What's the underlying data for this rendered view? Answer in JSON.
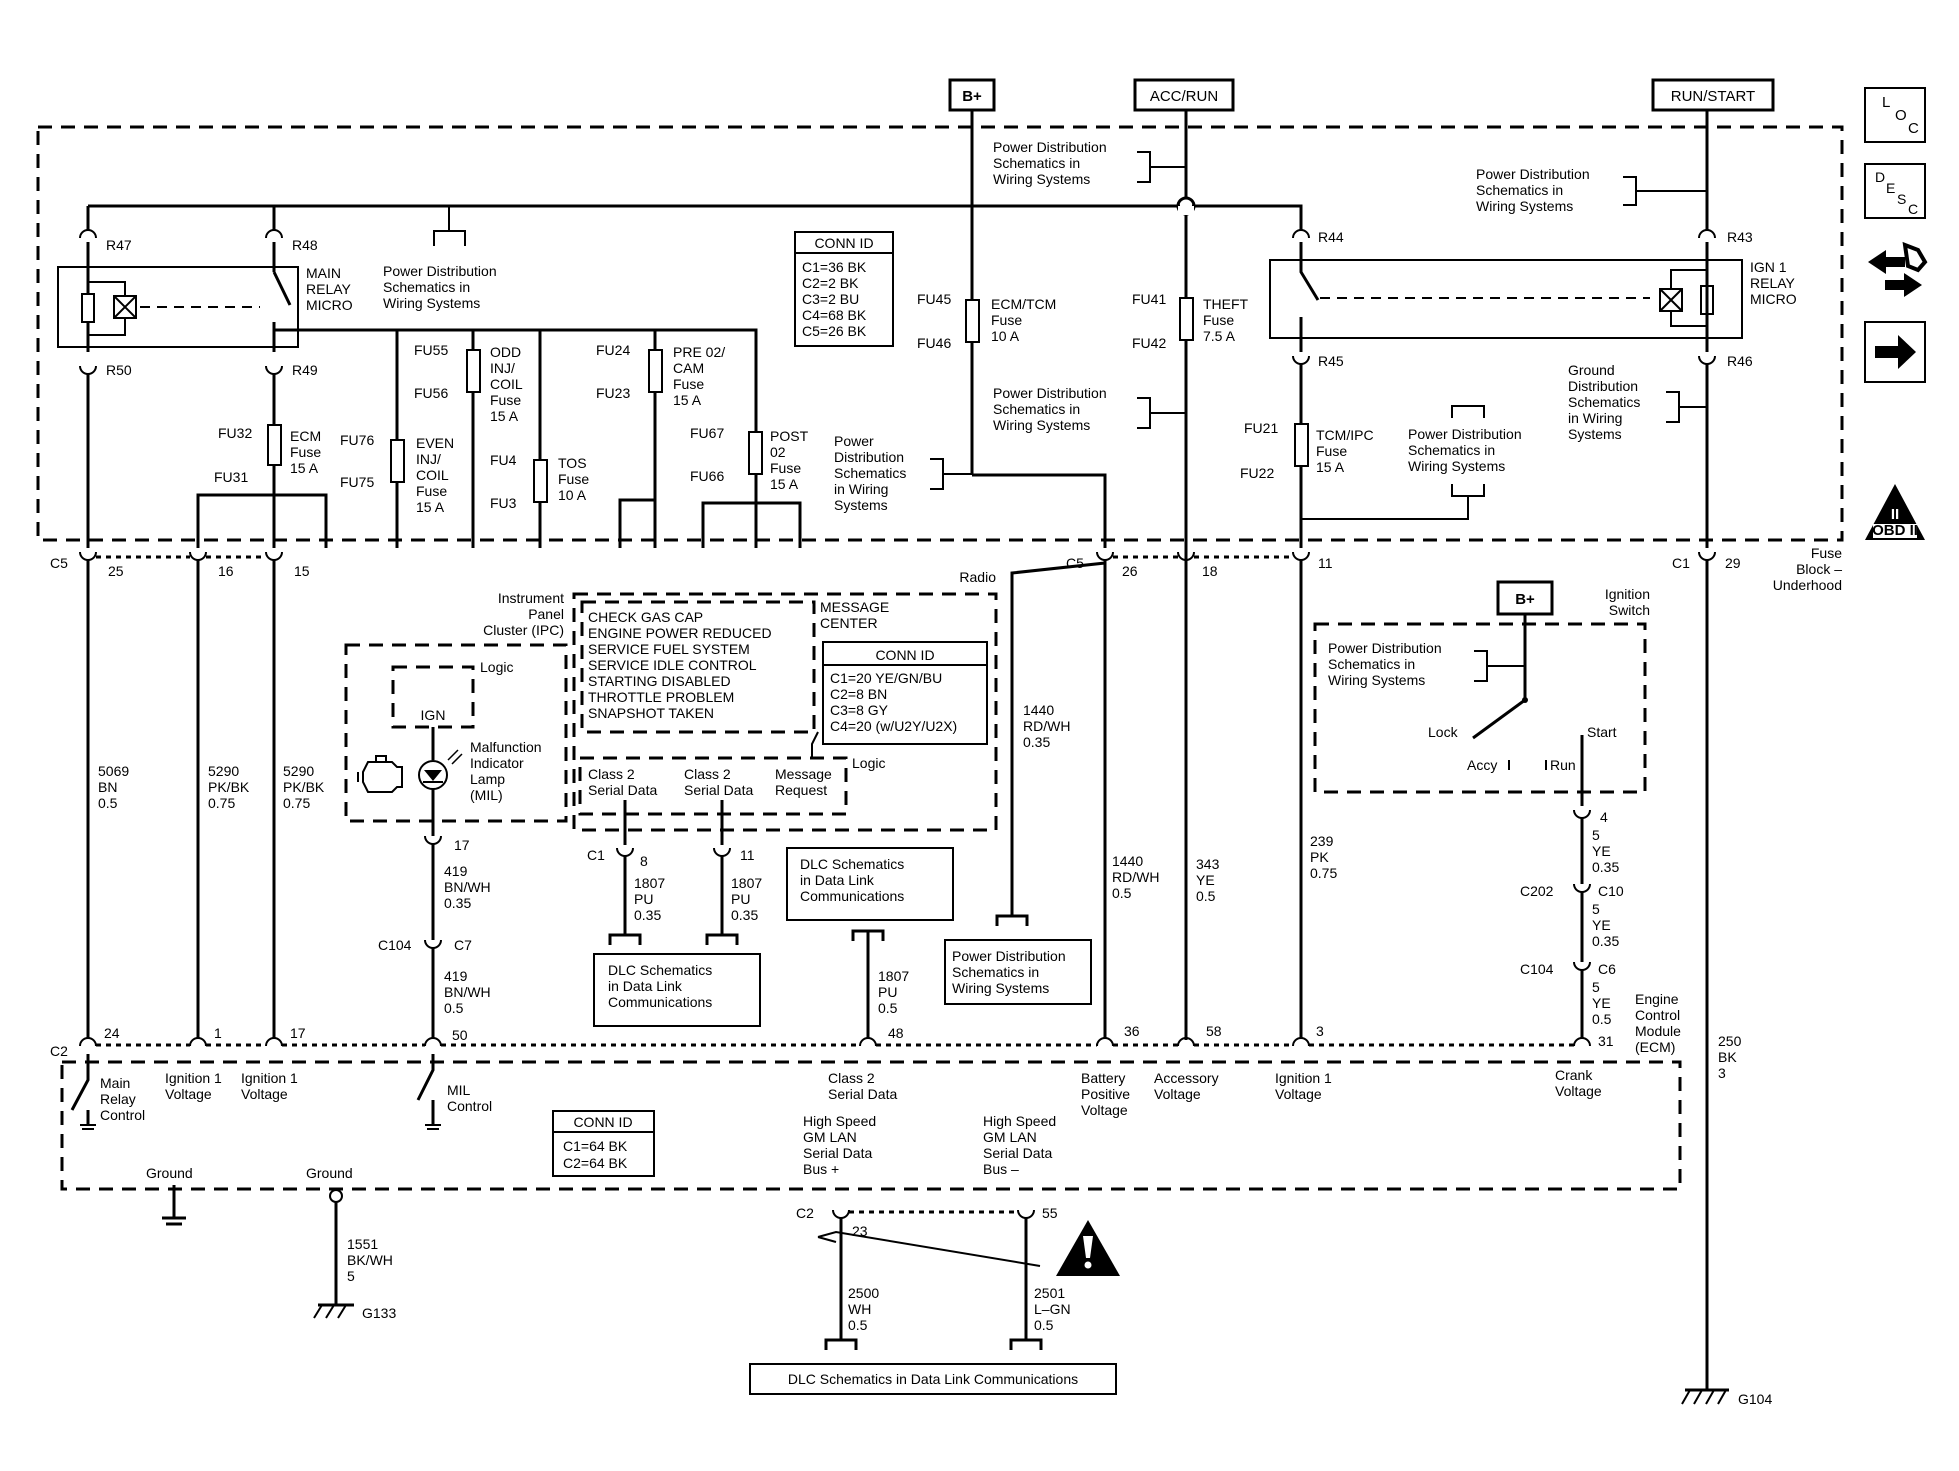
{
  "sources": {
    "b_plus": "B+",
    "acc_run": "ACC/RUN",
    "run_start": "RUN/START",
    "b_plus_2": "B+"
  },
  "nav_icons": {
    "loc_l": "L",
    "loc_o": "O",
    "loc_c": "C",
    "desc_d": "D",
    "desc_e": "E",
    "desc_s": "S",
    "desc_c": "C",
    "obd": "OBD II",
    "obd_roman": "II"
  },
  "pds": [
    "Power Distribution",
    "Schematics in",
    "Wiring Systems"
  ],
  "pds_long": [
    "Power",
    "Distribution",
    "Schematics",
    "in Wiring",
    "Systems"
  ],
  "gds": [
    "Ground",
    "Distribution",
    "Schematics",
    "in Wiring",
    "Systems"
  ],
  "splices": {
    "r47": "R47",
    "r48": "R48",
    "r50": "R50",
    "r49": "R49",
    "r44": "R44",
    "r43": "R43",
    "r45": "R45",
    "r46": "R46"
  },
  "main_relay": [
    "MAIN",
    "RELAY",
    "MICRO"
  ],
  "ign_relay": [
    "IGN 1",
    "RELAY",
    "MICRO"
  ],
  "conn_id_top": {
    "title": "CONN ID",
    "lines": [
      "C1=36 BK",
      "C2=2 BK",
      "C3=2 BU",
      "C4=68 BK",
      "C5=26 BK"
    ]
  },
  "fuses": {
    "fu45": "FU45",
    "fu46": "FU46",
    "ecm_tcm": [
      "ECM/TCM",
      "Fuse",
      "10 A"
    ],
    "fu41": "FU41",
    "fu42": "FU42",
    "theft": [
      "THEFT",
      "Fuse",
      "7.5 A"
    ],
    "fu55": "FU55",
    "fu56": "FU56",
    "odd": [
      "ODD",
      "INJ/",
      "COIL",
      "Fuse",
      "15 A"
    ],
    "fu24": "FU24",
    "fu23": "FU23",
    "pre": [
      "PRE 02/",
      "CAM",
      "Fuse",
      "15 A"
    ],
    "fu32": "FU32",
    "fu31": "FU31",
    "ecm": [
      "ECM",
      "Fuse",
      "15 A"
    ],
    "fu76": "FU76",
    "fu75": "FU75",
    "even": [
      "EVEN",
      "INJ/",
      "COIL",
      "Fuse",
      "15 A"
    ],
    "fu4": "FU4",
    "fu3": "FU3",
    "tos": [
      "TOS",
      "Fuse",
      "10 A"
    ],
    "fu67": "FU67",
    "fu66": "FU66",
    "post": [
      "POST",
      "02",
      "Fuse",
      "15 A"
    ],
    "fu21": "FU21",
    "fu22": "FU22",
    "tcm": [
      "TCM/IPC",
      "Fuse",
      "15 A"
    ]
  },
  "fuse_block": [
    "Fuse",
    "Block –",
    "Underhood"
  ],
  "c5": "C5",
  "c1": "C1",
  "c2": "C2",
  "c104": "C104",
  "c7": "C7",
  "c202": "C202",
  "c10": "C10",
  "c6": "C6",
  "pins_top": {
    "p25": "25",
    "p16": "16",
    "p15": "15",
    "p26": "26",
    "p18": "18",
    "p11": "11",
    "p29": "29"
  },
  "pins_ecm": {
    "p24": "24",
    "p1": "1",
    "p17": "17",
    "p50": "50",
    "p48": "48",
    "p36": "36",
    "p58": "58",
    "p3": "3",
    "p31": "31"
  },
  "wires": {
    "w5069": [
      "5069",
      "BN",
      "0.5"
    ],
    "w5290a": [
      "5290",
      "PK/BK",
      "0.75"
    ],
    "w5290b": [
      "5290",
      "PK/BK",
      "0.75"
    ],
    "w419a": [
      "419",
      "BN/WH",
      "0.35"
    ],
    "w419b": [
      "419",
      "BN/WH",
      "0.5"
    ],
    "w1807a": [
      "1807",
      "PU",
      "0.35"
    ],
    "w1807b": [
      "1807",
      "PU",
      "0.35"
    ],
    "w1807c": [
      "1807",
      "PU",
      "0.5"
    ],
    "w1440a": [
      "1440",
      "RD/WH",
      "0.35"
    ],
    "w1440b": [
      "1440",
      "RD/WH",
      "0.5"
    ],
    "w343": [
      "343",
      "YE",
      "0.5"
    ],
    "w239": [
      "239",
      "PK",
      "0.75"
    ],
    "w5a": [
      "5",
      "YE",
      "0.35"
    ],
    "w5b": [
      "5",
      "YE",
      "0.35"
    ],
    "w5c": [
      "5",
      "YE",
      "0.5"
    ],
    "w250": [
      "250",
      "BK",
      "3"
    ],
    "w1551": [
      "1551",
      "BK/WH",
      "5"
    ],
    "w2500": [
      "2500",
      "WH",
      "0.5"
    ],
    "w2501": [
      "2501",
      "L–GN",
      "0.5"
    ]
  },
  "ipc": {
    "title": [
      "Instrument",
      "Panel",
      "Cluster (IPC)"
    ],
    "logic": "Logic",
    "ign": "IGN",
    "mil": [
      "Malfunction",
      "Indicator",
      "Lamp",
      "(MIL)"
    ],
    "pin17": "17"
  },
  "radio": {
    "title": "Radio",
    "msgs": [
      "CHECK GAS CAP",
      "ENGINE POWER REDUCED",
      "SERVICE FUEL SYSTEM",
      "SERVICE IDLE CONTROL",
      "STARTING DISABLED",
      "THROTTLE PROBLEM",
      "SNAPSHOT TAKEN"
    ],
    "msg_center": [
      "MESSAGE",
      "CENTER"
    ],
    "logic": "Logic",
    "class2a": [
      "Class 2",
      "Serial Data"
    ],
    "class2b": [
      "Class 2",
      "Serial Data"
    ],
    "msgreq": [
      "Message",
      "Request"
    ],
    "c1": "C1",
    "pin8": "8",
    "pin11": "11"
  },
  "conn_id_radio": {
    "title": "CONN ID",
    "lines": [
      "C1=20 YE/GN/BU",
      "C2=8 BN",
      "C3=8 GY",
      "C4=20 (w/U2Y/U2X)"
    ]
  },
  "dlc": [
    "DLC Schematics",
    "in Data Link",
    "Communications"
  ],
  "dlc_bottom": "DLC Schematics in Data Link Communications",
  "ign_switch": {
    "title": [
      "Ignition",
      "Switch"
    ],
    "lock": "Lock",
    "accy": "Accy",
    "run": "Run",
    "start": "Start",
    "pin4": "4"
  },
  "ecm": {
    "title": [
      "Engine",
      "Control",
      "Module",
      "(ECM)"
    ],
    "main_relay": [
      "Main",
      "Relay",
      "Control"
    ],
    "ign1a": [
      "Ignition 1",
      "Voltage"
    ],
    "ign1b": [
      "Ignition 1",
      "Voltage"
    ],
    "mil": [
      "MIL",
      "Control"
    ],
    "class2": [
      "Class 2",
      "Serial Data"
    ],
    "battery": [
      "Battery",
      "Positive",
      "Voltage"
    ],
    "accessory": [
      "Accessory",
      "Voltage"
    ],
    "ign1c": [
      "Ignition 1",
      "Voltage"
    ],
    "crank": [
      "Crank",
      "Voltage"
    ],
    "ground1": "Ground",
    "ground2": "Ground",
    "gmlan_p": [
      "High Speed",
      "GM LAN",
      "Serial Data",
      "Bus +"
    ],
    "gmlan_m": [
      "High Speed",
      "GM LAN",
      "Serial Data",
      "Bus –"
    ],
    "c2b": "C2",
    "pin23": "23",
    "pin55": "55"
  },
  "conn_id_ecm": {
    "title": "CONN ID",
    "lines": [
      "C1=64 BK",
      "C2=64 BK"
    ]
  },
  "grounds": {
    "g133": "G133",
    "g104": "G104"
  }
}
